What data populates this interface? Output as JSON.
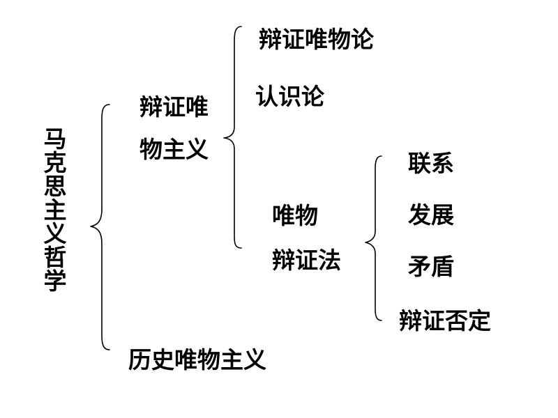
{
  "root": "马克思主义哲学",
  "level1": {
    "dialectical_materialism_line1": "辩证唯",
    "dialectical_materialism_line2": "物主义",
    "historical_materialism": "历史唯物主义"
  },
  "level2": {
    "dialectical_materialist_ontology": "辩证唯物论",
    "epistemology": "认识论",
    "materialist_dialectics_line1": "唯物",
    "materialist_dialectics_line2": "辩证法"
  },
  "level3": {
    "connection": "联系",
    "development": "发展",
    "contradiction": "矛盾",
    "dialectical_negation": "辩证否定"
  }
}
